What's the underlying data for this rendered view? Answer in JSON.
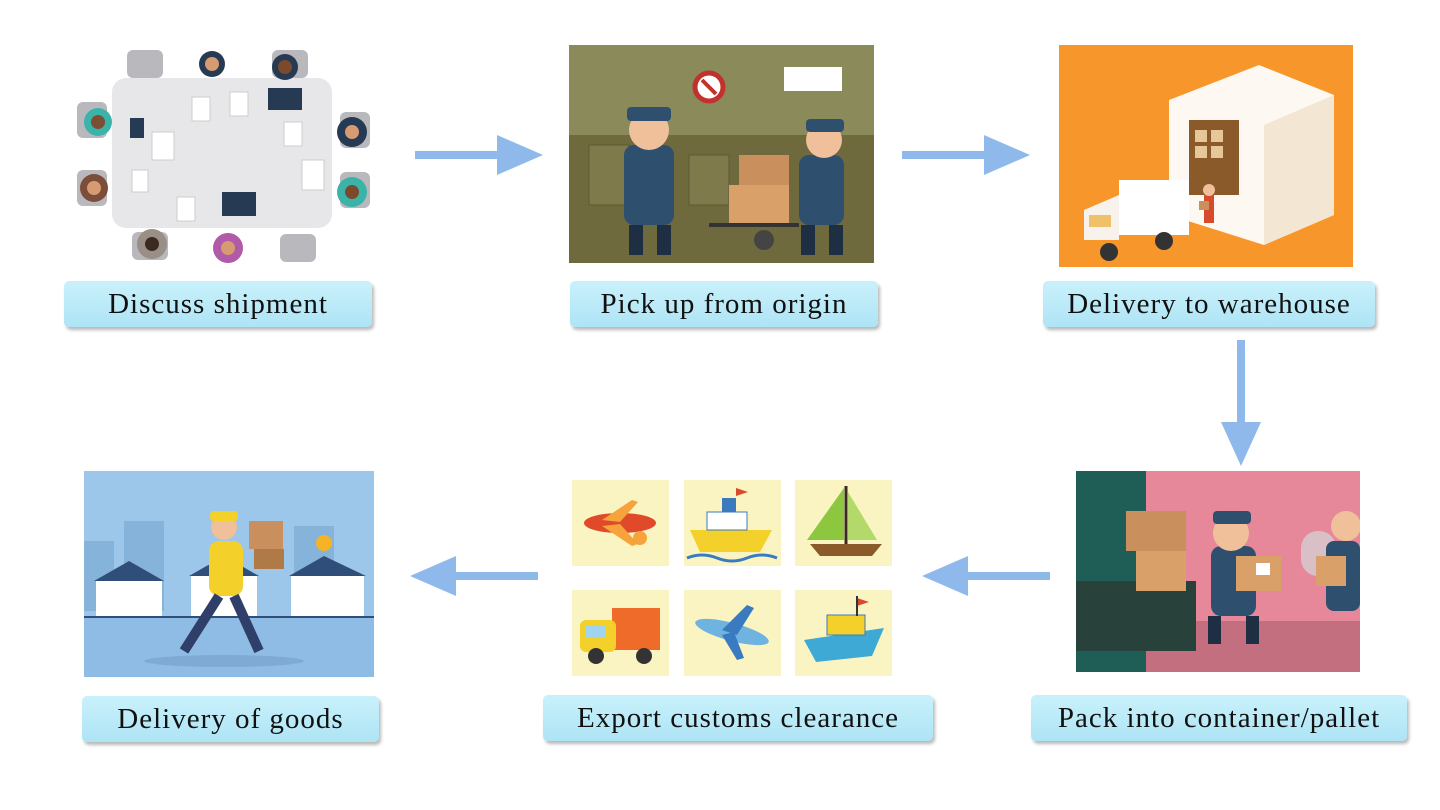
{
  "steps": [
    {
      "label": "Discuss shipment",
      "icon": "meeting-table-icon"
    },
    {
      "label": "Pick up from origin",
      "icon": "pickup-workers-icon"
    },
    {
      "label": "Delivery to warehouse",
      "icon": "warehouse-truck-icon"
    },
    {
      "label": "Pack into container/pallet",
      "icon": "loading-container-icon"
    },
    {
      "label": "Export customs clearance",
      "icon": "transport-modes-icon"
    },
    {
      "label": "Delivery of goods",
      "icon": "courier-delivery-icon"
    }
  ],
  "colors": {
    "arrow": "#8fb9ea",
    "label_bg": "#bfeaf7",
    "warehouse_bg": "#f7962b",
    "delivery_bg": "#9cc7ea"
  }
}
